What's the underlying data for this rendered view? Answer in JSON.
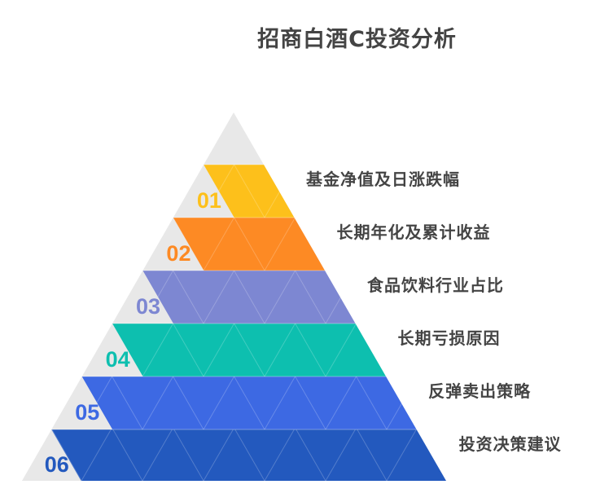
{
  "title": "招商白酒C投资分析",
  "colors": {
    "background_triangle": "#E8E8E8",
    "text": "#444444"
  },
  "levels": [
    {
      "number": "01",
      "label": "基金净值及日涨跌幅",
      "color": "#FDC01B"
    },
    {
      "number": "02",
      "label": "长期年化及累计收益",
      "color": "#FD8A24"
    },
    {
      "number": "03",
      "label": "食品饮料行业占比",
      "color": "#7D87D2"
    },
    {
      "number": "04",
      "label": "长期亏损原因",
      "color": "#0DBFAF"
    },
    {
      "number": "05",
      "label": "反弹卖出策略",
      "color": "#3D69E3"
    },
    {
      "number": "06",
      "label": "投资决策建议",
      "color": "#2359BE"
    }
  ]
}
